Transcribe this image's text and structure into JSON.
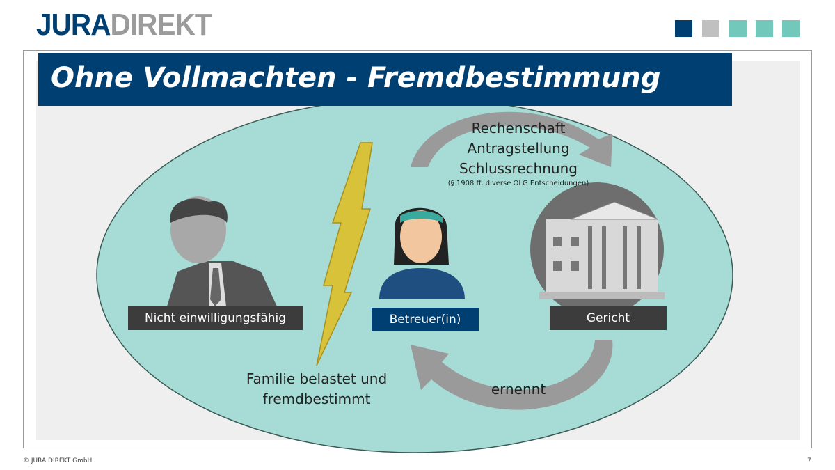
{
  "logo": {
    "part1": "JURA",
    "part2": "DIREKT"
  },
  "header_squares": [
    "#003f72",
    "#c0c0c0",
    "#72c8bb",
    "#72c8bb",
    "#72c8bb"
  ],
  "title": "Ohne Vollmachten - Fremdbestimmung",
  "diagram": {
    "top_text": [
      "Rechenschaft",
      "Antragstellung",
      "Schlussrechnung"
    ],
    "top_note": "(§ 1908 ff, diverse OLG Entscheidungen)",
    "person_label": "Nicht einwilligungsfähig",
    "betreuer_label": "Betreuer(in)",
    "court_label": "Gericht",
    "family_text": [
      "Familie belastet und",
      "fremdbestimmt"
    ],
    "appoints_text": "ernennt"
  },
  "footer": {
    "copyright": "© JURA DIREKT GmbH",
    "page": "7"
  }
}
